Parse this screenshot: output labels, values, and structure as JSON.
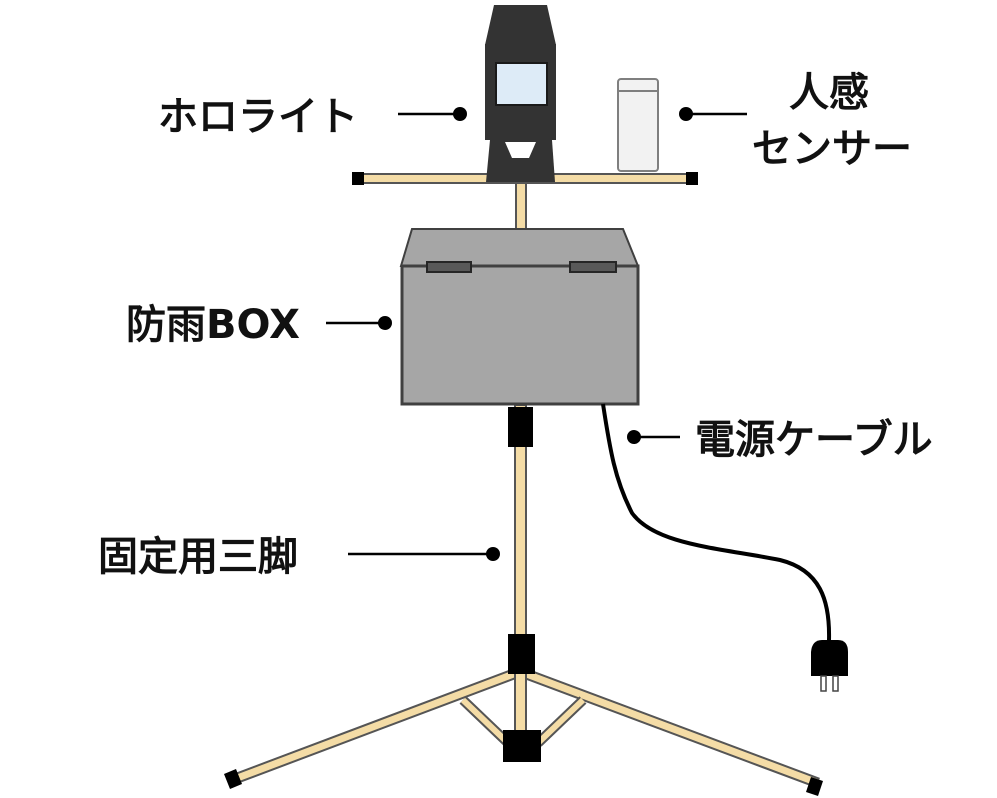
{
  "labels": {
    "holo_light": "ホロライト",
    "sensor_line1": "人感",
    "sensor_line2": "センサー",
    "rain_box": "防雨BOX",
    "power_cable": "電源ケーブル",
    "tripod": "固定用三脚"
  },
  "colors": {
    "pole": "#F4DCA6",
    "pole_outline": "#555555",
    "box_fill": "#A6A6A6",
    "box_edge": "#404040",
    "light_body": "#333333",
    "light_window": "#DDEBF7",
    "connector": "#000000",
    "text": "#111111"
  }
}
